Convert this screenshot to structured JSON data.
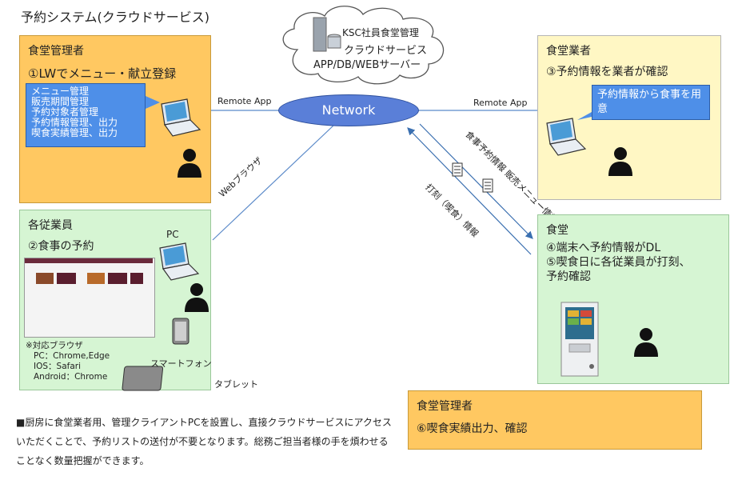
{
  "title": "予約システム(クラウドサービス)",
  "cloud": {
    "server_name": "KSC社員食堂管理",
    "line1": "クラウドサービス",
    "line2": "APP/DB/WEBサーバー"
  },
  "network_label": "Network",
  "box_admin_top": {
    "heading": "食堂管理者",
    "step": "①LWでメニュー・献立登録",
    "functions": [
      "メニュー管理",
      "販売期間管理",
      "予約対象者管理",
      "予約情報管理、出力",
      "喫食実績管理、出力"
    ]
  },
  "box_vendor": {
    "heading": "食堂業者",
    "step": "③予約情報を業者が確認",
    "callout": "予約情報から食事を用意"
  },
  "box_employee": {
    "heading": "各従業員",
    "step": "②食事の予約",
    "pc_label": "PC",
    "smartphone_label": "スマートフォン",
    "tablet_label": "タブレット",
    "browsers_title": "※対応ブラウザ",
    "browsers": [
      "PC：Chrome,Edge",
      "IOS：Safari",
      "Android：Chrome"
    ]
  },
  "box_cafeteria": {
    "heading": "食堂",
    "step1": "④端末へ予約情報がDL",
    "step2": "⑤喫食日に各従業員が打刻、",
    "step2b": "予約確認"
  },
  "box_admin_bottom": {
    "heading": "食堂管理者",
    "step": "⑥喫食実績出力、確認"
  },
  "links": {
    "remote_app_left": "Remote App",
    "remote_app_right": "Remote App",
    "web_browser": "Webブラウザ",
    "to_cafeteria": "食事予約情報 販売メニュー情報",
    "from_cafeteria": "打刻（喫食）情報"
  },
  "note": "■厨房に食堂業者用、管理クライアントPCを設置し、直接クラウドサービスにアクセスいただくことで、予約リストの送付が不要となります。総務ご担当者様の手を煩わせることなく数量把握ができます。"
}
